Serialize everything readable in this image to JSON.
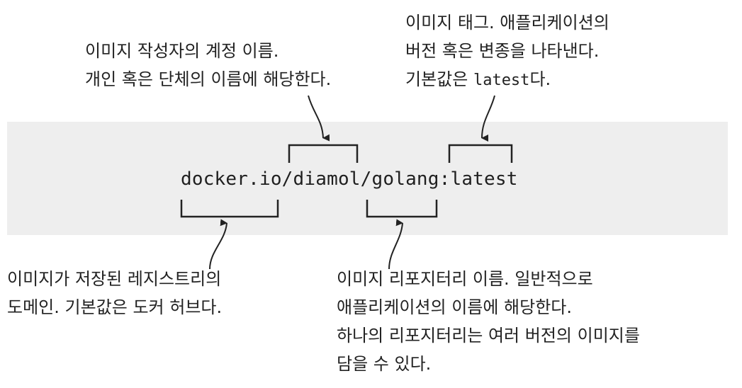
{
  "image_reference": "docker.io/diamol/golang:latest",
  "callouts": {
    "account": {
      "lines": [
        "이미지 작성자의 계정 이름.",
        "개인 혹은 단체의 이름에 해당한다."
      ]
    },
    "tag": {
      "lines": [
        "이미지 태그. 애플리케이션의",
        "버전 혹은 변종을 나타낸다."
      ],
      "default_prefix": "기본값은 ",
      "default_value": "latest",
      "default_suffix": "다."
    },
    "registry": {
      "lines": [
        "이미지가 저장된 레지스트리의",
        "도메인. 기본값은 도커 허브다."
      ]
    },
    "repository": {
      "lines": [
        "이미지 리포지터리 이름. 일반적으로",
        "애플리케이션의 이름에 해당한다.",
        "하나의 리포지터리는 여러 버전의 이미지를",
        "담을 수 있다."
      ]
    }
  },
  "colors": {
    "band": "#eeeeee",
    "stroke": "#222222",
    "text": "#222222"
  }
}
